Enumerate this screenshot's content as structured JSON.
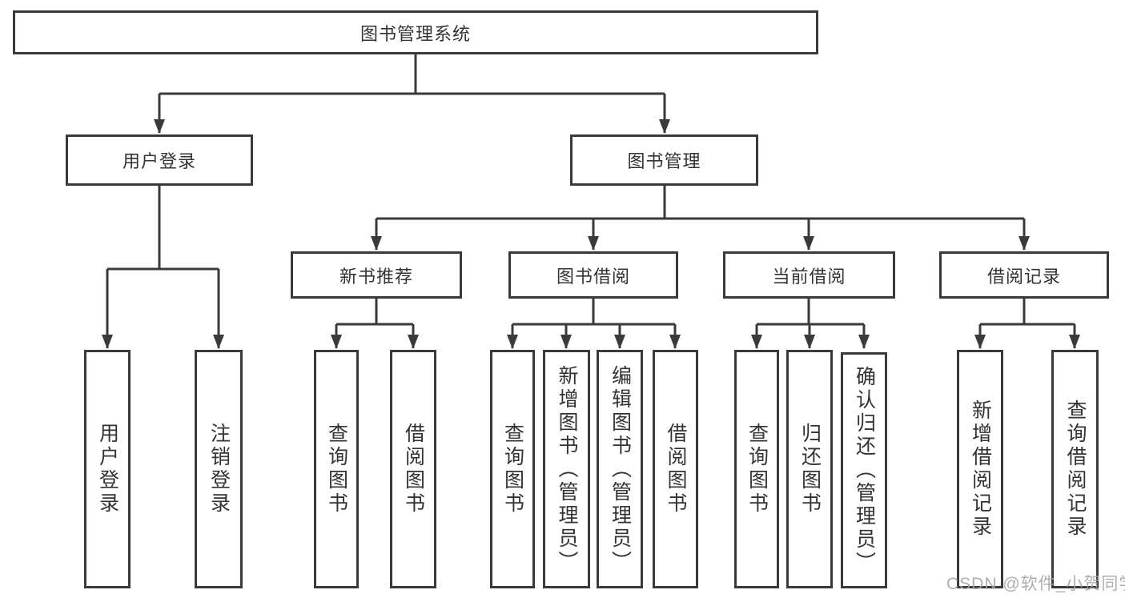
{
  "diagram_type": "hierarchy-tree",
  "colors": {
    "line": "#3a3a3a",
    "box_border": "#3a3a3a",
    "box_fill": "#ffffff",
    "text": "#333333",
    "watermark": "#a5a5a5"
  },
  "tree": {
    "root": {
      "label": "图书管理系统"
    },
    "branches": [
      {
        "label": "用户登录",
        "children": [
          {
            "label": "用户登录"
          },
          {
            "label": "注销登录"
          }
        ]
      },
      {
        "label": "图书管理",
        "children": [
          {
            "label": "新书推荐",
            "children": [
              {
                "label": "查询图书"
              },
              {
                "label": "借阅图书"
              }
            ]
          },
          {
            "label": "图书借阅",
            "children": [
              {
                "label": "查询图书"
              },
              {
                "label": "新增图书（管理员）"
              },
              {
                "label": "编辑图书（管理员）"
              },
              {
                "label": "借阅图书"
              }
            ]
          },
          {
            "label": "当前借阅",
            "children": [
              {
                "label": "查询图书"
              },
              {
                "label": "归还图书"
              },
              {
                "label": "确认归还（管理员）"
              }
            ]
          },
          {
            "label": "借阅记录",
            "children": [
              {
                "label": "新增借阅记录"
              },
              {
                "label": "查询借阅记录"
              }
            ]
          }
        ]
      }
    ]
  },
  "watermark": {
    "text": "CSDN @软件_小贺同学"
  }
}
